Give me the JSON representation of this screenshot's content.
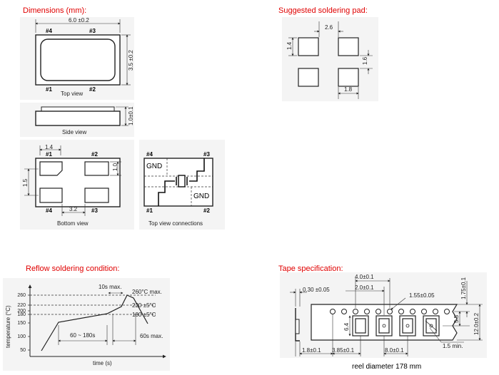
{
  "headings": {
    "dimensions": "Dimensions (mm):",
    "soldering_pad": "Suggested soldering pad:",
    "reflow": "Reflow soldering condition:",
    "tape": "Tape specification:"
  },
  "dimensions": {
    "width": "6.0 ±0.2",
    "height": "3.5 ±0.2",
    "thickness": "1.0±0.1",
    "pad_w": "1.4",
    "pad_h": "1.0",
    "pad_pitch_v": "1.5",
    "pad_gap": "3.2",
    "pins": {
      "p1": "#1",
      "p2": "#2",
      "p3": "#3",
      "p4": "#4"
    },
    "gnd": "GND",
    "captions": {
      "top": "Top view",
      "side": "Side view",
      "bottom": "Bottom view",
      "connections": "Top view connections"
    }
  },
  "soldering_pad": {
    "gap": "2.6",
    "pad_h": "1.4",
    "pitch": "1.6",
    "pad_w": "1.8"
  },
  "reflow": {
    "y_ticks": [
      "260",
      "220",
      "200",
      "180",
      "150",
      "100",
      "50"
    ],
    "y_axis_label": "temperature (°C)",
    "x_axis_label": "time (s)",
    "ann_10s": "10s max.",
    "ann_260": "260°C max.",
    "ann_220": "220 ±5°C",
    "ann_180": "180 ±5°C",
    "ann_60_180": "60 ~ 180s",
    "ann_60s": "60s max."
  },
  "tape": {
    "d_030": "0.30 ±0.05",
    "d_40": "4.0±0.1",
    "d_20": "2.0±0.1",
    "d_155": "1.55±0.05",
    "d_175": "1.75±0.1",
    "d_55": "5.5",
    "d_120": "12.0±0.2",
    "d_64": "6.4",
    "d_15min": "1.5 min.",
    "d_18": "1.8±0.1",
    "d_385": "3.85±0.1",
    "d_80": "8.0±0.1",
    "reel": "reel diameter 178 mm"
  }
}
